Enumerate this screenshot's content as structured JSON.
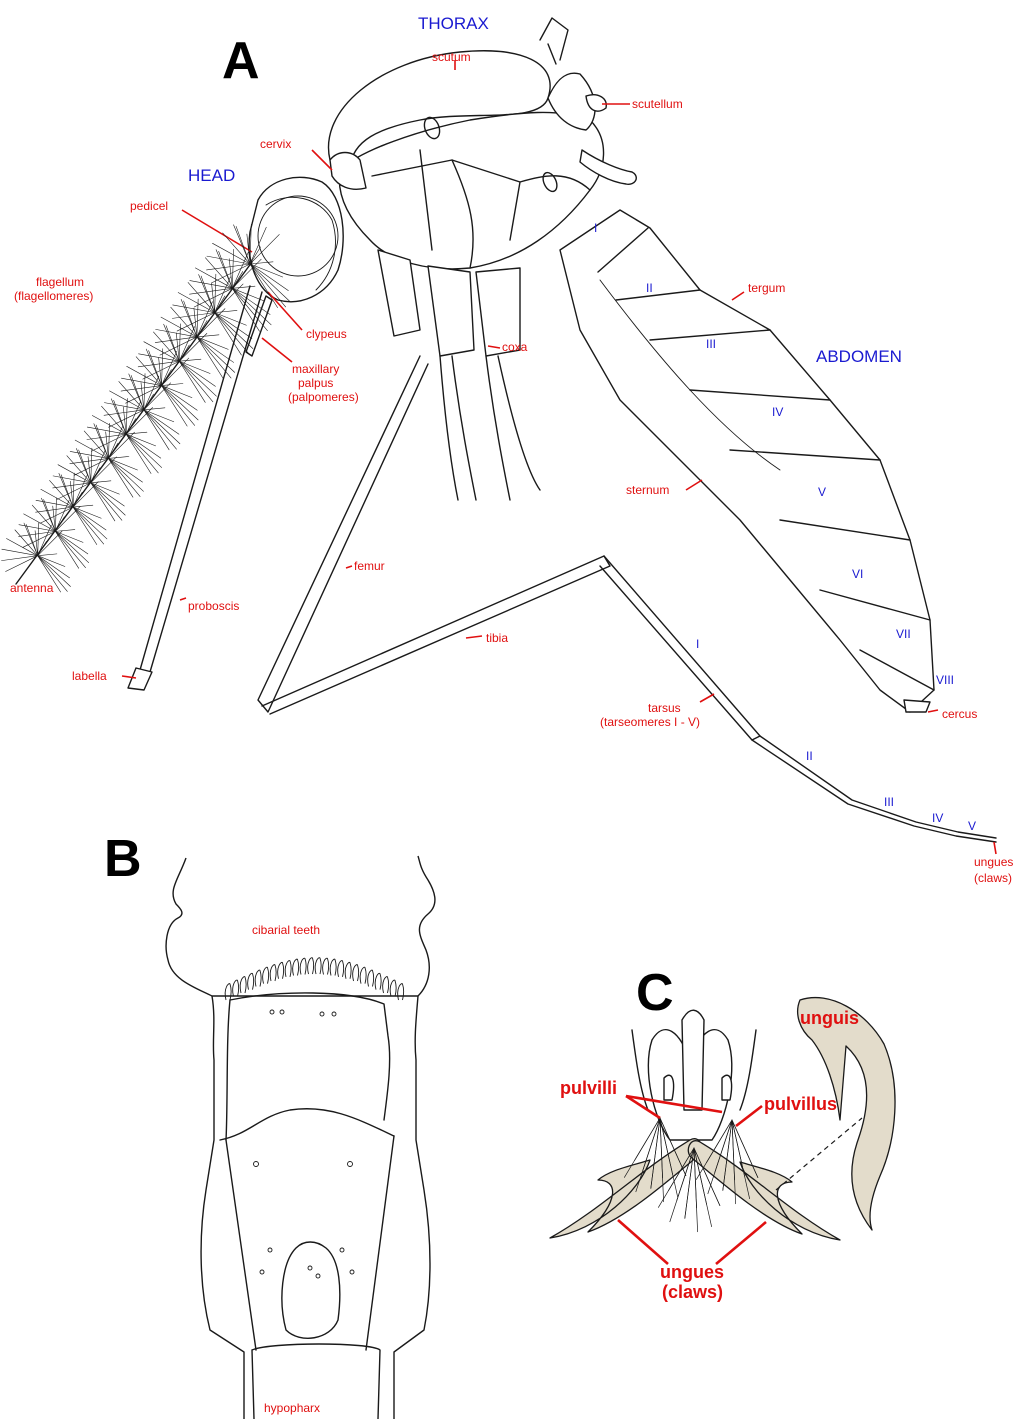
{
  "panels": {
    "a": "A",
    "b": "B",
    "c": "C"
  },
  "regions": {
    "head": "HEAD",
    "thorax": "THORAX",
    "abdomen": "ABDOMEN"
  },
  "labels_a": {
    "scutum": "scutum",
    "scutellum": "scutellum",
    "cervix": "cervix",
    "pedicel": "pedicel",
    "flagellum_1": "flagellum",
    "flagellum_2": "(flagellomeres)",
    "clypeus": "clypeus",
    "maxillary_1": "maxillary",
    "maxillary_2": "palpus",
    "maxillary_3": "(palpomeres)",
    "coxa": "coxa",
    "tergum": "tergum",
    "sternum": "sternum",
    "femur": "femur",
    "tibia": "tibia",
    "antenna": "antenna",
    "proboscis": "proboscis",
    "labella": "labella",
    "tarsus_1": "tarsus",
    "tarsus_2": "(tarseomeres I - V)",
    "cercus": "cercus",
    "ungues_1": "ungues",
    "ungues_2": "(claws)"
  },
  "abdomen_segments": [
    "I",
    "II",
    "III",
    "IV",
    "V",
    "VI",
    "VII",
    "VIII"
  ],
  "tarsomeres": [
    "I",
    "II",
    "III",
    "IV",
    "V"
  ],
  "labels_b": {
    "cibarial_teeth": "cibarial teeth",
    "hypopharx": "hypopharx"
  },
  "labels_c": {
    "unguis": "unguis",
    "pulvilli": "pulvilli",
    "pulvillus": "pulvillus",
    "ungues_1": "ungues",
    "ungues_2": "(claws)"
  },
  "colors": {
    "label": "#e01010",
    "region": "#1a1ad0",
    "claw_fill": "#e3dccb",
    "ink": "#1a1a1a"
  }
}
